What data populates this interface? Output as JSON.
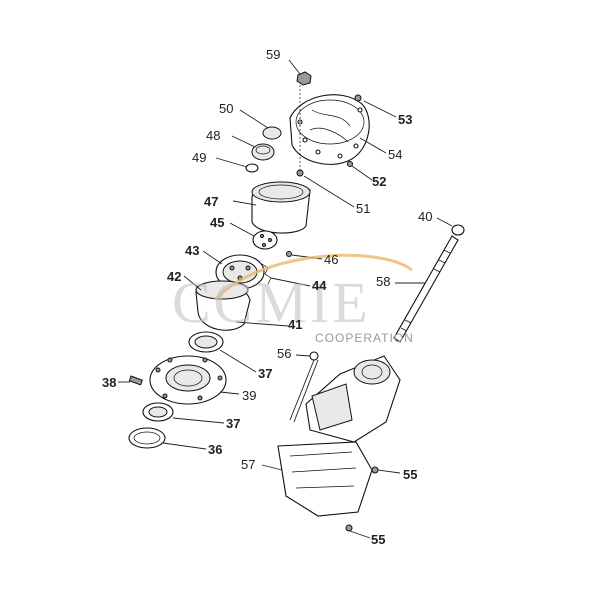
{
  "labels": {
    "l59": "59",
    "l50": "50",
    "l53": "53",
    "l48": "48",
    "l54": "54",
    "l49": "49",
    "l52": "52",
    "l47": "47",
    "l51": "51",
    "l45": "45",
    "l40": "40",
    "l46": "46",
    "l43": "43",
    "l58": "58",
    "l42": "42",
    "l44": "44",
    "l41": "41",
    "l56": "56",
    "l37a": "37",
    "l38": "38",
    "l39": "39",
    "l37b": "37",
    "l36": "36",
    "l57": "57",
    "l55a": "55",
    "l55b": "55"
  },
  "watermark": {
    "brand": "CCMIE",
    "sub": "COOPERATION"
  }
}
